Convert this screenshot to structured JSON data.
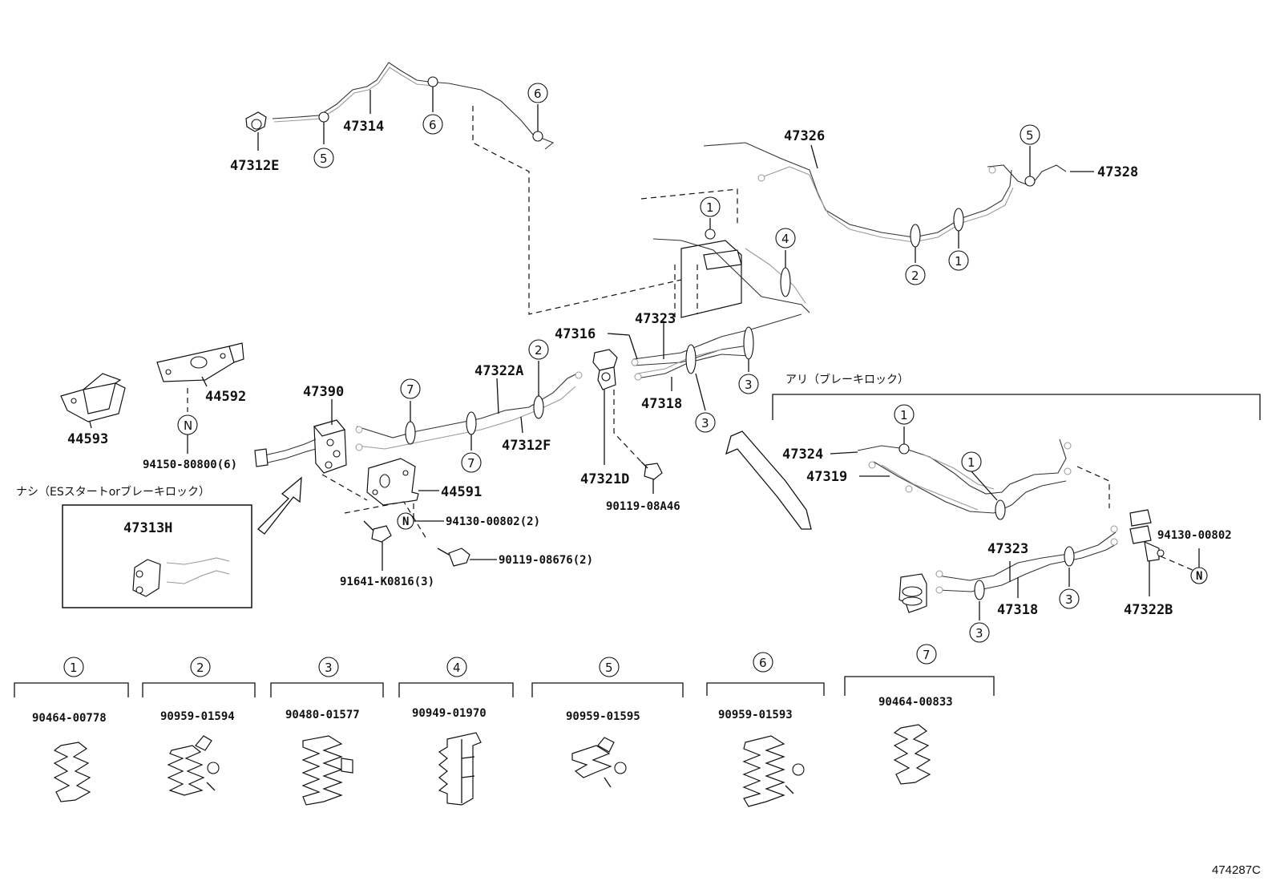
{
  "labels": {
    "p47314": "47314",
    "p47312E": "47312E",
    "p47326": "47326",
    "p47328": "47328",
    "p47323_top": "47323",
    "p47316": "47316",
    "p47322A": "47322A",
    "p47312F": "47312F",
    "p47318_top": "47318",
    "p47321D": "47321D",
    "p90119_08A46": "90119-08A46",
    "p47390": "47390",
    "p44592": "44592",
    "p44593": "44593",
    "p94150": "94150-80800(6)",
    "p44591": "44591",
    "p94130_2": "94130-00802(2)",
    "p90119_08676": "90119-08676(2)",
    "p91641": "91641-K0816(3)",
    "p47313H": "47313H",
    "p47324": "47324",
    "p47319": "47319",
    "p47323_right": "47323",
    "p47318_right": "47318",
    "p94130_right": "94130-00802",
    "p47322B": "47322B"
  },
  "notes": {
    "nashi": "ナシ（ESスタートorブレーキロック）",
    "ari": "アリ（ブレーキロック）"
  },
  "clamp_markers": {
    "one": "1",
    "two": "2",
    "three": "3",
    "four": "4",
    "five": "5",
    "six": "6",
    "seven": "7",
    "N": "N"
  },
  "clamp_table": [
    {
      "num": "1",
      "part": "90464-00778"
    },
    {
      "num": "2",
      "part": "90959-01594"
    },
    {
      "num": "3",
      "part": "90480-01577"
    },
    {
      "num": "4",
      "part": "90949-01970"
    },
    {
      "num": "5",
      "part": "90959-01595"
    },
    {
      "num": "6",
      "part": "90959-01593"
    },
    {
      "num": "7",
      "part": "90464-00833"
    }
  ],
  "figure_id": "474287C"
}
